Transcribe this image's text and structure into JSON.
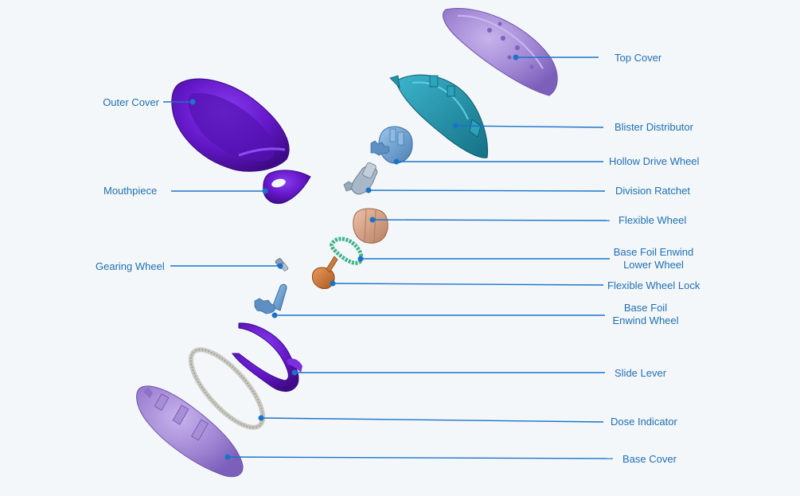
{
  "colors": {
    "leader": "#1a73c9",
    "label": "#1f6fb2",
    "background": "#f4f7fa",
    "purple_dark": "#6418c8",
    "purple_light": "#a78ed6",
    "teal": "#1f93ab",
    "steel_blue": "#6fa3d2",
    "salmon": "#d9a084",
    "orange": "#d07a3a",
    "green": "#3fb38a",
    "silver": "#c9c9c2"
  },
  "labels": {
    "top_cover": "Top Cover",
    "outer_cover": "Outer Cover",
    "blister_distributor": "Blister Distributor",
    "hollow_drive_wheel": "Hollow Drive Wheel",
    "mouthpiece": "Mouthpiece",
    "division_ratchet": "Division Ratchet",
    "flexible_wheel": "Flexible Wheel",
    "base_foil_enwind_lower_wheel_line1": "Base Foil Enwind",
    "base_foil_enwind_lower_wheel_line2": "Lower Wheel",
    "gearing_wheel": "Gearing Wheel",
    "flexible_wheel_lock": "Flexible Wheel Lock",
    "base_foil_enwind_wheel_line1": "Base Foil",
    "base_foil_enwind_wheel_line2": "Enwind Wheel",
    "slide_lever": "Slide Lever",
    "dose_indicator": "Dose Indicator",
    "base_cover": "Base Cover"
  }
}
